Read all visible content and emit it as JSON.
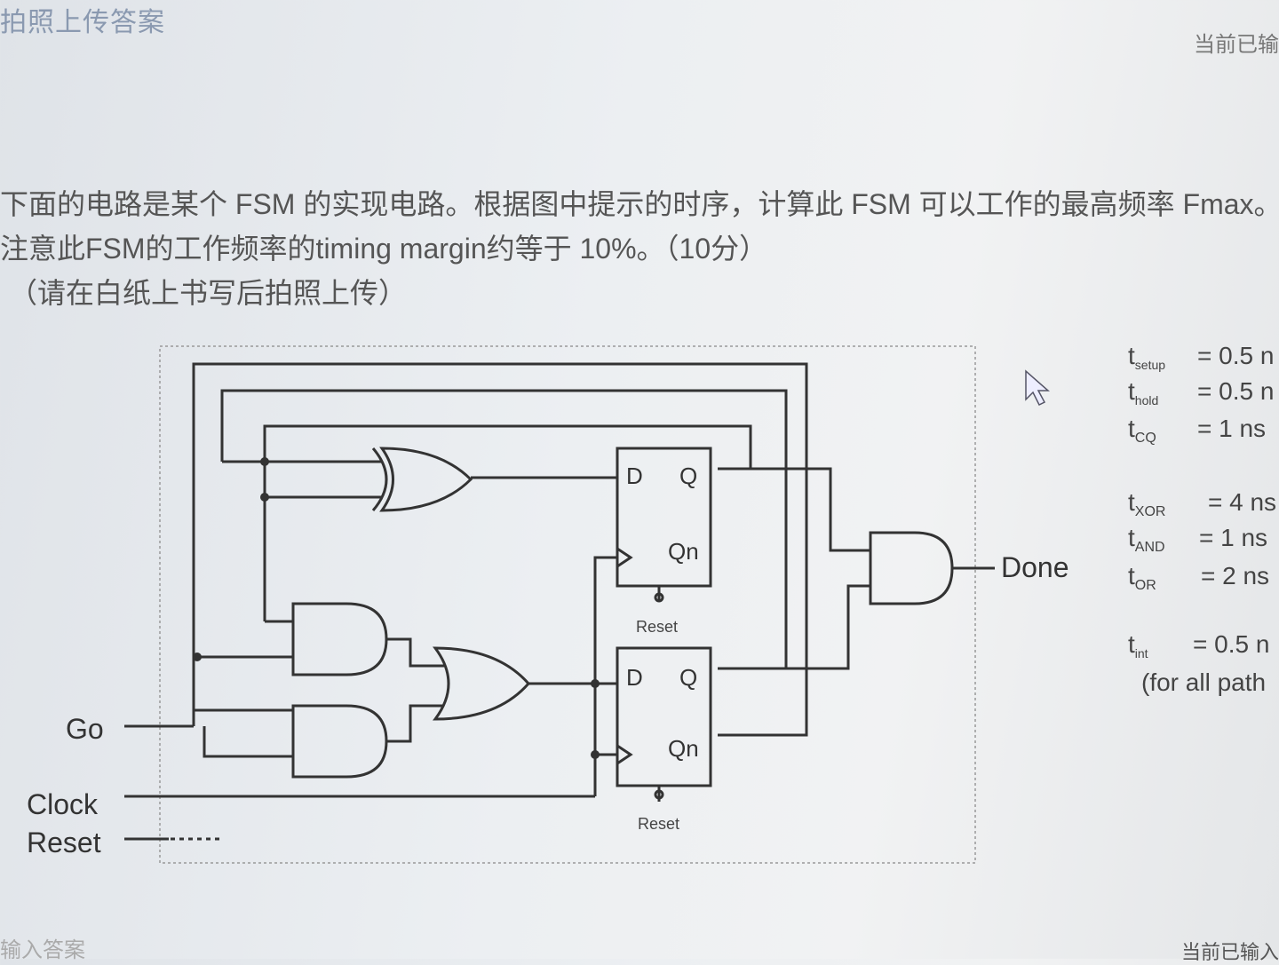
{
  "header": {
    "title": "拍照上传答案",
    "right_status": "当前已输"
  },
  "question": {
    "line1": "下面的电路是某个 FSM 的实现电路。根据图中提示的时序，计算此 FSM 可以工作的最高频率 Fmax。",
    "line2": "注意此FSM的工作频率的timing margin约等于 10%。（10分）",
    "line3": "（请在白纸上书写后拍照上传）"
  },
  "circuit": {
    "inputs": [
      "Go",
      "Clock",
      "Reset"
    ],
    "output": "Done",
    "ff_pins": {
      "d": "D",
      "q": "Q",
      "qn": "Qn",
      "reset": "Reset"
    },
    "timing": [
      {
        "sym": "t",
        "sub": "setup",
        "value": "= 0.5 n"
      },
      {
        "sym": "t",
        "sub": "hold",
        "value": "= 0.5 n"
      },
      {
        "sym": "t",
        "sub": "CQ",
        "value": "= 1 ns"
      },
      {
        "sym": "t",
        "sub": "XOR",
        "value": "= 4 ns"
      },
      {
        "sym": "t",
        "sub": "AND",
        "value": "= 1 ns"
      },
      {
        "sym": "t",
        "sub": "OR",
        "value": "= 2 ns"
      },
      {
        "sym": "t",
        "sub": "int",
        "value": "= 0.5 n"
      }
    ],
    "timing_note": "(for all path"
  },
  "footer": {
    "left": "输入答案",
    "right": "当前已输入"
  }
}
